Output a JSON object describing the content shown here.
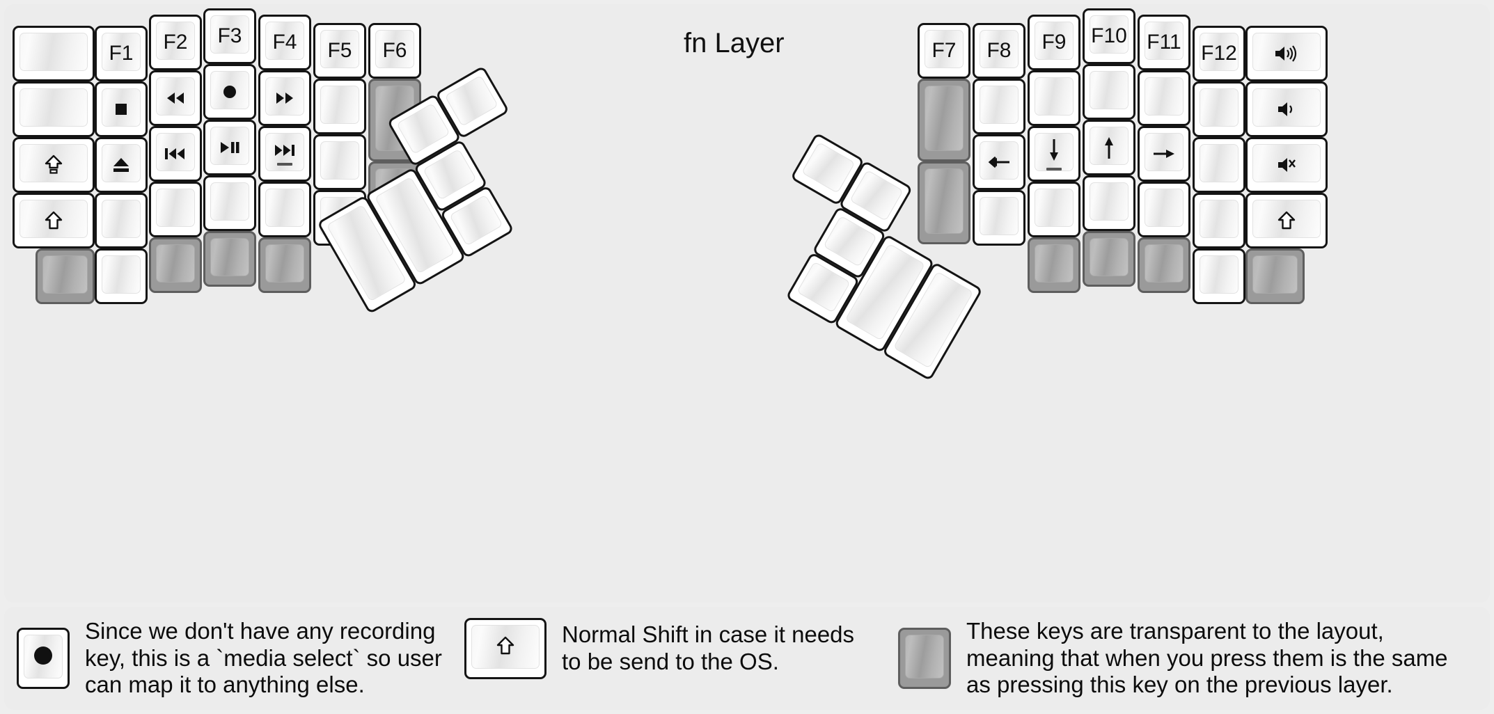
{
  "title": "fn Layer",
  "colors": {
    "background": "#eeeeee",
    "panel": "#ececec",
    "key_face": "#ffffff",
    "key_border": "#141414",
    "transparent_key": "#9a9a9a",
    "transparent_border": "#5e5e5e",
    "text": "#111111"
  },
  "left_half": {
    "name": "left-keyboard-half",
    "columns": [
      {
        "name": "col-pinky-outer",
        "keys": [
          {
            "name": "key-blank-l0-r0",
            "label": "",
            "state": "normal"
          },
          {
            "name": "key-blank-l0-r1",
            "label": "",
            "state": "normal"
          },
          {
            "name": "key-capslock",
            "label": "caps-lock-arrow",
            "state": "normal"
          },
          {
            "name": "key-shift-left",
            "label": "shift-arrow",
            "state": "normal"
          },
          {
            "name": "key-transparent-l0-r4",
            "label": "",
            "state": "transparent"
          }
        ]
      },
      {
        "name": "col-pinky",
        "keys": [
          {
            "name": "key-f1",
            "label": "F1",
            "state": "normal"
          },
          {
            "name": "key-media-stop",
            "label": "stop-square",
            "state": "normal"
          },
          {
            "name": "key-media-eject",
            "label": "eject",
            "state": "normal"
          },
          {
            "name": "key-blank-l1-r3",
            "label": "",
            "state": "normal"
          },
          {
            "name": "key-blank-l1-r4",
            "label": "",
            "state": "normal"
          }
        ]
      },
      {
        "name": "col-ring",
        "keys": [
          {
            "name": "key-f2",
            "label": "F2",
            "state": "normal"
          },
          {
            "name": "key-media-rewind",
            "label": "rewind",
            "state": "normal"
          },
          {
            "name": "key-media-prev-track",
            "label": "prev-track",
            "state": "normal"
          },
          {
            "name": "key-blank-l2-r3",
            "label": "",
            "state": "normal"
          },
          {
            "name": "key-transparent-l2-r4",
            "label": "",
            "state": "transparent"
          }
        ]
      },
      {
        "name": "col-middle",
        "keys": [
          {
            "name": "key-f3",
            "label": "F3",
            "state": "normal"
          },
          {
            "name": "key-media-record",
            "label": "record-dot",
            "state": "normal"
          },
          {
            "name": "key-media-play-pause",
            "label": "play-pause",
            "state": "normal"
          },
          {
            "name": "key-blank-l3-r3",
            "label": "",
            "state": "normal"
          },
          {
            "name": "key-transparent-l3-r4",
            "label": "",
            "state": "transparent"
          }
        ]
      },
      {
        "name": "col-index",
        "keys": [
          {
            "name": "key-f4",
            "label": "F4",
            "state": "normal"
          },
          {
            "name": "key-media-fast-forward",
            "label": "fast-forward",
            "state": "normal"
          },
          {
            "name": "key-media-next-track",
            "label": "next-track",
            "state": "normal",
            "underline": true
          },
          {
            "name": "key-blank-l4-r3",
            "label": "",
            "state": "normal"
          },
          {
            "name": "key-transparent-l4-r4",
            "label": "",
            "state": "transparent"
          }
        ]
      },
      {
        "name": "col-index-inner",
        "keys": [
          {
            "name": "key-f5",
            "label": "F5",
            "state": "normal"
          },
          {
            "name": "key-blank-l5-r1",
            "label": "",
            "state": "normal"
          },
          {
            "name": "key-blank-l5-r2",
            "label": "",
            "state": "normal"
          },
          {
            "name": "key-blank-l5-r3",
            "label": "",
            "state": "normal"
          }
        ]
      },
      {
        "name": "col-inner",
        "keys": [
          {
            "name": "key-f6",
            "label": "F6",
            "state": "normal"
          },
          {
            "name": "key-transparent-l6-tall1",
            "label": "",
            "state": "transparent"
          },
          {
            "name": "key-transparent-l6-tall2",
            "label": "",
            "state": "transparent"
          }
        ]
      }
    ],
    "thumb_cluster": {
      "name": "left-thumb-cluster",
      "keys": [
        {
          "name": "thumb-key-l-big-1",
          "label": "",
          "state": "normal"
        },
        {
          "name": "thumb-key-l-big-2",
          "label": "",
          "state": "normal"
        },
        {
          "name": "thumb-key-l-small-1",
          "label": "",
          "state": "normal"
        },
        {
          "name": "thumb-key-l-small-2",
          "label": "",
          "state": "normal"
        },
        {
          "name": "thumb-key-l-small-3",
          "label": "",
          "state": "normal"
        },
        {
          "name": "thumb-key-l-small-4",
          "label": "",
          "state": "normal"
        }
      ]
    }
  },
  "right_half": {
    "name": "right-keyboard-half",
    "columns": [
      {
        "name": "col-r-inner",
        "keys": [
          {
            "name": "key-f7",
            "label": "F7",
            "state": "normal"
          },
          {
            "name": "key-transparent-r0-r1",
            "label": "",
            "state": "transparent"
          },
          {
            "name": "key-transparent-r0-r2",
            "label": "",
            "state": "transparent"
          }
        ]
      },
      {
        "name": "col-r-index-inner",
        "keys": [
          {
            "name": "key-f8",
            "label": "F8",
            "state": "normal"
          },
          {
            "name": "key-blank-r1-r1",
            "label": "",
            "state": "normal"
          },
          {
            "name": "key-arrow-left",
            "label": "arrow-left",
            "state": "normal"
          },
          {
            "name": "key-blank-r1-r3",
            "label": "",
            "state": "normal"
          }
        ]
      },
      {
        "name": "col-r-index",
        "keys": [
          {
            "name": "key-f9",
            "label": "F9",
            "state": "normal"
          },
          {
            "name": "key-blank-r2-r1",
            "label": "",
            "state": "normal"
          },
          {
            "name": "key-arrow-down",
            "label": "arrow-down",
            "state": "normal",
            "underline": true
          },
          {
            "name": "key-blank-r2-r3",
            "label": "",
            "state": "normal"
          },
          {
            "name": "key-transparent-r2-r4",
            "label": "",
            "state": "transparent"
          }
        ]
      },
      {
        "name": "col-r-middle",
        "keys": [
          {
            "name": "key-f10",
            "label": "F10",
            "state": "normal"
          },
          {
            "name": "key-blank-r3-r1",
            "label": "",
            "state": "normal"
          },
          {
            "name": "key-arrow-up",
            "label": "arrow-up",
            "state": "normal"
          },
          {
            "name": "key-blank-r3-r3",
            "label": "",
            "state": "normal"
          },
          {
            "name": "key-transparent-r3-r4",
            "label": "",
            "state": "transparent"
          }
        ]
      },
      {
        "name": "col-r-ring",
        "keys": [
          {
            "name": "key-f11",
            "label": "F11",
            "state": "normal"
          },
          {
            "name": "key-blank-r4-r1",
            "label": "",
            "state": "normal"
          },
          {
            "name": "key-arrow-right",
            "label": "arrow-right",
            "state": "normal"
          },
          {
            "name": "key-blank-r4-r3",
            "label": "",
            "state": "normal"
          },
          {
            "name": "key-transparent-r4-r4",
            "label": "",
            "state": "transparent"
          }
        ]
      },
      {
        "name": "col-r-pinky",
        "keys": [
          {
            "name": "key-f12",
            "label": "F12",
            "state": "normal"
          },
          {
            "name": "key-blank-r5-r1",
            "label": "",
            "state": "normal"
          },
          {
            "name": "key-blank-r5-r2",
            "label": "",
            "state": "normal"
          },
          {
            "name": "key-blank-r5-r3",
            "label": "",
            "state": "normal"
          },
          {
            "name": "key-blank-r5-r4",
            "label": "",
            "state": "normal"
          }
        ]
      },
      {
        "name": "col-r-pinky-outer",
        "keys": [
          {
            "name": "key-volume-up",
            "label": "volume-up",
            "state": "normal"
          },
          {
            "name": "key-volume-down",
            "label": "volume-down",
            "state": "normal"
          },
          {
            "name": "key-volume-mute",
            "label": "volume-mute",
            "state": "normal"
          },
          {
            "name": "key-shift-right",
            "label": "shift-arrow",
            "state": "normal"
          },
          {
            "name": "key-transparent-r6-r4",
            "label": "",
            "state": "transparent"
          }
        ]
      }
    ],
    "thumb_cluster": {
      "name": "right-thumb-cluster",
      "keys": [
        {
          "name": "thumb-key-r-small-1",
          "label": "",
          "state": "normal"
        },
        {
          "name": "thumb-key-r-small-2",
          "label": "",
          "state": "normal"
        },
        {
          "name": "thumb-key-r-small-3",
          "label": "",
          "state": "normal"
        },
        {
          "name": "thumb-key-r-small-4",
          "label": "",
          "state": "normal"
        },
        {
          "name": "thumb-key-r-big-1",
          "label": "",
          "state": "normal"
        },
        {
          "name": "thumb-key-r-big-2",
          "label": "",
          "state": "normal"
        }
      ]
    }
  },
  "legend": [
    {
      "name": "legend-record",
      "icon": "record-dot",
      "key_state": "normal",
      "text": "Since we don't have any recording\nkey, this is a `media select` so user\ncan map it to anything else."
    },
    {
      "name": "legend-shift",
      "icon": "shift-arrow",
      "key_state": "normal",
      "text": "Normal Shift in case it needs\nto be send to the OS."
    },
    {
      "name": "legend-transparent",
      "icon": "",
      "key_state": "transparent",
      "text": "These keys are transparent to the layout,\nmeaning that when you press them is the same\nas pressing this key on the previous layer."
    }
  ]
}
